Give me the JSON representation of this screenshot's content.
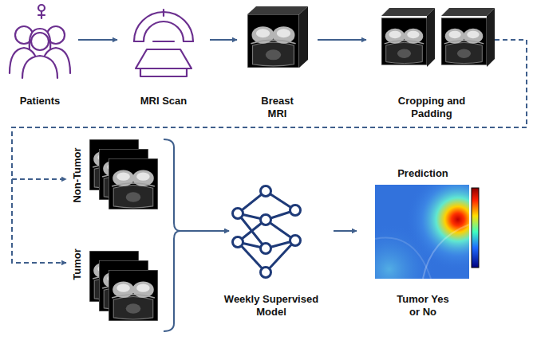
{
  "diagram": {
    "nodes": [
      {
        "text": [
          "Patients"
        ]
      },
      {
        "text": [
          "MRI Scan"
        ]
      },
      {
        "text": [
          "Breast MRI"
        ]
      },
      {
        "text": [
          "Cropping and Padding"
        ]
      },
      {
        "text": [
          "Non-Tumor"
        ]
      },
      {
        "text": [
          "Tumor"
        ]
      },
      {
        "text": [
          "Weekly Supervised Model"
        ]
      },
      {
        "text": [
          "Prediction",
          "Tumor Yes or No"
        ]
      }
    ],
    "edges": [
      {
        "from": 0,
        "to": 1,
        "arrow": "to"
      },
      {
        "from": 1,
        "to": 2,
        "arrow": "to"
      },
      {
        "from": 2,
        "to": 3,
        "arrow": "to"
      },
      {
        "from": 3,
        "to": 4,
        "arrow": "to"
      },
      {
        "from": 3,
        "to": 5,
        "arrow": "to"
      },
      {
        "from": 4,
        "to": 6,
        "arrow": "to"
      },
      {
        "from": 5,
        "to": 6,
        "arrow": "to"
      },
      {
        "from": 6,
        "to": 7,
        "arrow": "to"
      }
    ]
  }
}
